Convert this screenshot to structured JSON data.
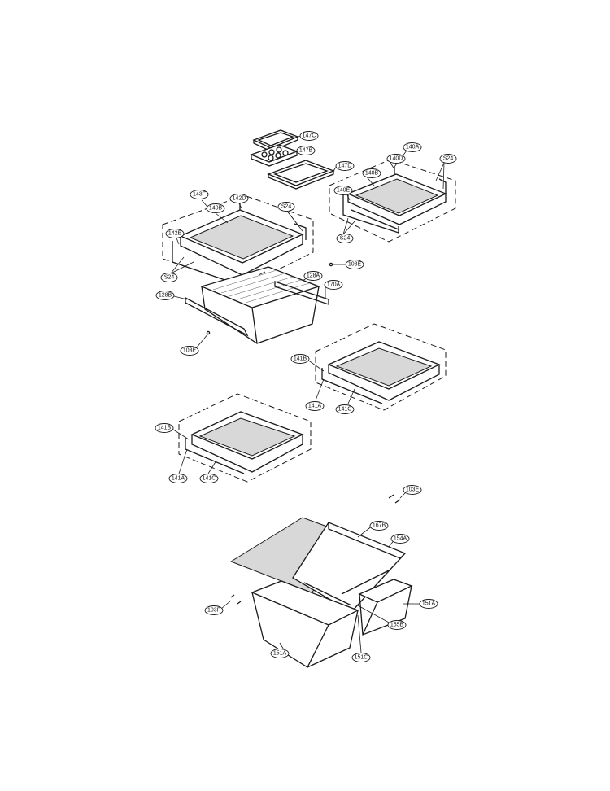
{
  "callouts": [
    {
      "id": "c-147c",
      "text": "147C"
    },
    {
      "id": "c-147b",
      "text": "147B"
    },
    {
      "id": "c-147d",
      "text": "147D"
    },
    {
      "id": "c-140a",
      "text": "140A"
    },
    {
      "id": "c-140d-r",
      "text": "140D"
    },
    {
      "id": "c-s24-r1",
      "text": "S24"
    },
    {
      "id": "c-140b-r",
      "text": "140B"
    },
    {
      "id": "c-140e",
      "text": "140E"
    },
    {
      "id": "c-s24-r2",
      "text": "S24"
    },
    {
      "id": "c-143f",
      "text": "143F"
    },
    {
      "id": "c-142d",
      "text": "142D"
    },
    {
      "id": "c-s24-l1",
      "text": "S24"
    },
    {
      "id": "c-140b-l",
      "text": "140B"
    },
    {
      "id": "c-142e",
      "text": "142E"
    },
    {
      "id": "c-103e-1",
      "text": "103E"
    },
    {
      "id": "c-s24-l2",
      "text": "S24"
    },
    {
      "id": "c-128a",
      "text": "128A"
    },
    {
      "id": "c-170a",
      "text": "170A"
    },
    {
      "id": "c-128b",
      "text": "128B"
    },
    {
      "id": "c-103e-2",
      "text": "103E"
    },
    {
      "id": "c-141b-1",
      "text": "141B"
    },
    {
      "id": "c-141a-1",
      "text": "141A"
    },
    {
      "id": "c-141c-1",
      "text": "141C"
    },
    {
      "id": "c-141b-2",
      "text": "141B"
    },
    {
      "id": "c-141a-2",
      "text": "141A"
    },
    {
      "id": "c-141c-2",
      "text": "141C"
    },
    {
      "id": "c-103e-3",
      "text": "103E"
    },
    {
      "id": "c-167b",
      "text": "167B"
    },
    {
      "id": "c-154a",
      "text": "154A"
    },
    {
      "id": "c-103f",
      "text": "103F"
    },
    {
      "id": "c-151a-r",
      "text": "151A"
    },
    {
      "id": "c-155b",
      "text": "155B"
    },
    {
      "id": "c-151a-l",
      "text": "151A"
    },
    {
      "id": "c-151c",
      "text": "151C"
    }
  ]
}
